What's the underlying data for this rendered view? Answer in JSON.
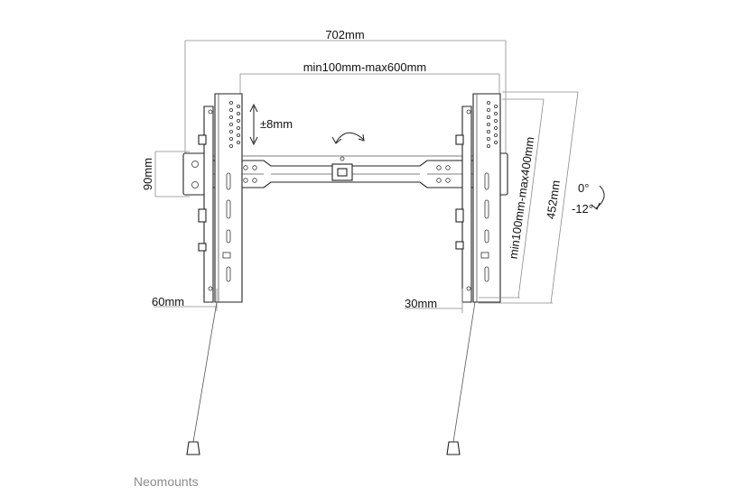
{
  "dimensions": {
    "overall_width": "702mm",
    "vesa_horizontal": "min100mm-max600mm",
    "vertical_adjust": "±8mm",
    "wall_plate_height": "90mm",
    "vesa_vertical": "min100mm-max400mm",
    "arm_length": "452mm",
    "arm_width": "60mm",
    "wall_distance": "30mm"
  },
  "tilt": {
    "max": "0°",
    "min": "-12°"
  },
  "brand": "Neomounts"
}
